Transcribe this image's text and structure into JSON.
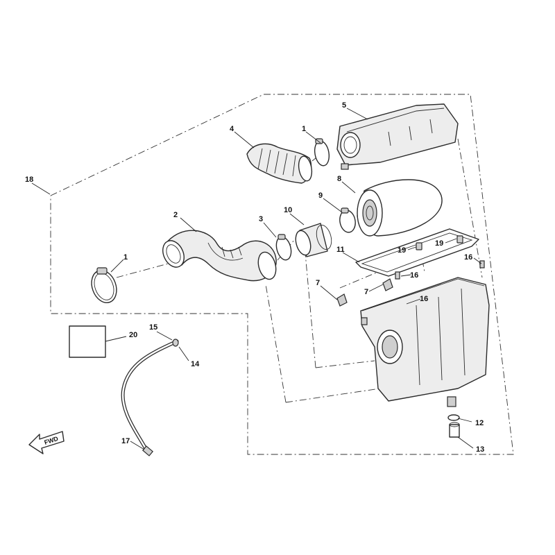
{
  "callouts": {
    "c1a": "1",
    "c1b": "1",
    "c2": "2",
    "c3": "3",
    "c4": "4",
    "c5": "5",
    "c7a": "7",
    "c7b": "7",
    "c8": "8",
    "c9": "9",
    "c10": "10",
    "c11": "11",
    "c12": "12",
    "c13": "13",
    "c14": "14",
    "c15": "15",
    "c16a": "16",
    "c16b": "16",
    "c16c": "16",
    "c17": "17",
    "c18": "18",
    "c19a": "19",
    "c19b": "19",
    "c20": "20"
  },
  "fwd_label": "FWD",
  "colors": {
    "line": "#2a2a2a",
    "fill": "#ededed",
    "background": "#ffffff"
  }
}
